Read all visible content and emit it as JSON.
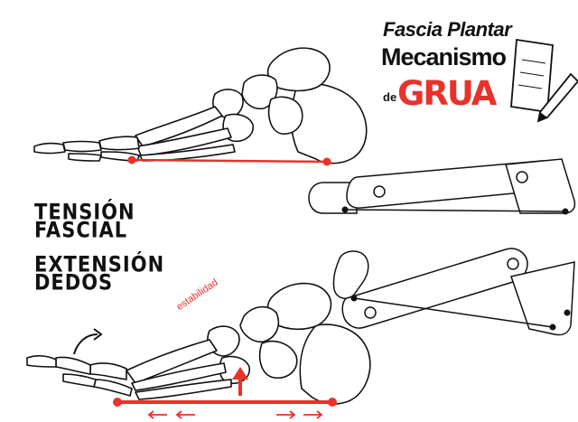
{
  "title": {
    "line1": "Fascia Plantar",
    "line2": "Mecanismo",
    "line3_prefix": "de",
    "line3_main": "GRUA"
  },
  "labels": {
    "tension_line1": "TENSIÓN",
    "tension_line2": "FASCIAL",
    "extension_line1": "EXTENSIÓN",
    "extension_line2": "DEDOS",
    "stability": "estabilidad"
  },
  "colors": {
    "accent": "#e8322a",
    "ink": "#111111"
  },
  "icons": [
    "pencil-paper-icon",
    "curved-arrow-icon",
    "up-arrow-icon",
    "left-arrows-icon",
    "right-arrows-icon"
  ]
}
